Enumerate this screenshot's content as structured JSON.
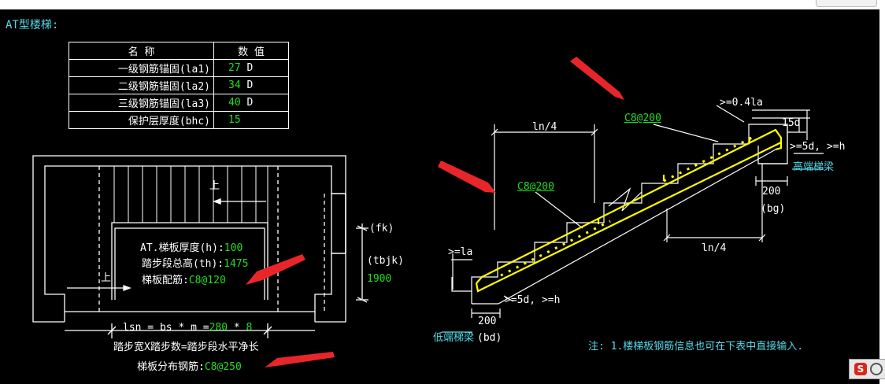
{
  "title": "AT型楼梯:",
  "table": {
    "headers": [
      "名 称",
      "数 值"
    ],
    "rows": [
      {
        "name": "一级钢筋锚固(la1)",
        "value": "27",
        "unit": "D"
      },
      {
        "name": "二级钢筋锚固(la2)",
        "value": "34",
        "unit": "D"
      },
      {
        "name": "三级钢筋锚固(la3)",
        "value": "40",
        "unit": "D"
      },
      {
        "name": "保护层厚度(bhc)",
        "value": "15",
        "unit": ""
      }
    ]
  },
  "plan": {
    "up_label_1": "上",
    "up_label_2": "上",
    "thickness_label": "AT.梯板厚度(h):",
    "thickness_value": "100",
    "height_label": "踏步段总高(th):",
    "height_value": "1475",
    "rebar_label": "梯板配筋:",
    "rebar_value": "C8@120",
    "fk": "(fk)",
    "tbjk": "(tbjk)",
    "tbjk_value": "1900",
    "lsn_formula": "lsn = bs * m =",
    "lsn_bs": "280",
    "lsn_star": "*",
    "lsn_m": "8",
    "formula_note": "踏步宽X踏步数=踏步段水平净长",
    "dist_label": "梯板分布钢筋:",
    "dist_value": "C8@250"
  },
  "section": {
    "ln4_top": "ln/4",
    "ln4_bottom": "ln/4",
    "rebar_top": "C8@200",
    "rebar_mid": "C8@200",
    "anchor_top": ">=0.4la",
    "d15": "15d",
    "high_anchor": ">=5d, >=h",
    "high_beam": "高端梯梁",
    "dim_200_high": "200",
    "bg": "(bg)",
    "la_low": ">=la",
    "low_anchor": ">=5d, >=h",
    "dim_200_low": "200",
    "low_beam": "低端梯梁",
    "bd": "(bd)"
  },
  "note": "注: 1.楼梯板钢筋信息也可在下表中直接输入.",
  "colors": {
    "background": "#000000",
    "line": "#ffffff",
    "cyan": "#55d8e8",
    "green": "#22dd22",
    "rebar": "#ffff00",
    "arrow": "#e8262a"
  }
}
